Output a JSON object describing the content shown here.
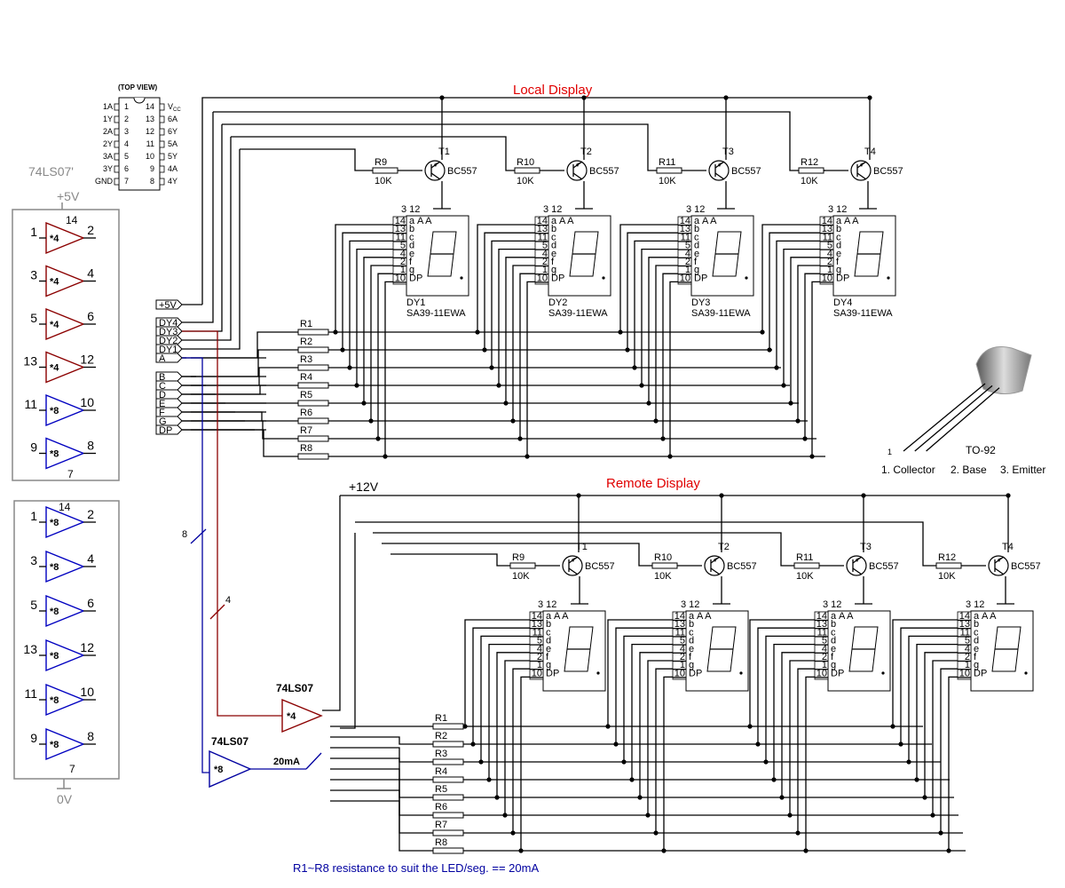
{
  "titles": {
    "local": "Local Display",
    "remote": "Remote Display"
  },
  "rails": {
    "plus5": "+5V",
    "plus5_in": "+5V",
    "plus12": "+12V",
    "zero": "0V"
  },
  "ic_pinout": {
    "header": "(TOP VIEW)",
    "left": [
      {
        "name": "1A",
        "num": "1"
      },
      {
        "name": "1Y",
        "num": "2"
      },
      {
        "name": "2A",
        "num": "3"
      },
      {
        "name": "2Y",
        "num": "4"
      },
      {
        "name": "3A",
        "num": "5"
      },
      {
        "name": "3Y",
        "num": "6"
      },
      {
        "name": "GND",
        "num": "7"
      }
    ],
    "right": [
      {
        "name": "V",
        "sub": "CC",
        "num": "14"
      },
      {
        "name": "6A",
        "num": "13"
      },
      {
        "name": "6Y",
        "num": "12"
      },
      {
        "name": "5A",
        "num": "11"
      },
      {
        "name": "5Y",
        "num": "10"
      },
      {
        "name": "4A",
        "num": "9"
      },
      {
        "name": "4Y",
        "num": "8"
      }
    ]
  },
  "chip_label": "74LS07'",
  "chip1": {
    "top_pin": "14",
    "bottom_pin": "7",
    "gates": [
      {
        "in": "1",
        "out": "2",
        "mark": "*4",
        "color": "#8b0000"
      },
      {
        "in": "3",
        "out": "4",
        "mark": "*4",
        "color": "#8b0000"
      },
      {
        "in": "5",
        "out": "6",
        "mark": "*4",
        "color": "#8b0000"
      },
      {
        "in": "13",
        "out": "12",
        "mark": "*4",
        "color": "#8b0000"
      },
      {
        "in": "11",
        "out": "10",
        "mark": "*8",
        "color": "#0000c0"
      },
      {
        "in": "9",
        "out": "8",
        "mark": "*8",
        "color": "#0000c0"
      }
    ]
  },
  "chip2": {
    "top_pin": "14",
    "bottom_pin": "7",
    "gates": [
      {
        "in": "1",
        "out": "2",
        "mark": "*8"
      },
      {
        "in": "3",
        "out": "4",
        "mark": "*8"
      },
      {
        "in": "5",
        "out": "6",
        "mark": "*8"
      },
      {
        "in": "13",
        "out": "12",
        "mark": "*8"
      },
      {
        "in": "11",
        "out": "10",
        "mark": "*8"
      },
      {
        "in": "9",
        "out": "8",
        "mark": "*8"
      }
    ]
  },
  "connector": {
    "power": "+5V",
    "digits": [
      "DY4",
      "DY3",
      "DY2",
      "DY1"
    ],
    "segments": [
      "A",
      "B",
      "C",
      "D",
      "E",
      "F",
      "G",
      "DP"
    ]
  },
  "resistors": [
    "R1",
    "R2",
    "R3",
    "R4",
    "R5",
    "R6",
    "R7",
    "R8"
  ],
  "base_resistors": [
    {
      "name": "R9",
      "value": "10K"
    },
    {
      "name": "R10",
      "value": "10K"
    },
    {
      "name": "R11",
      "value": "10K"
    },
    {
      "name": "R12",
      "value": "10K"
    }
  ],
  "transistors": [
    {
      "name": "T1",
      "type": "BC557"
    },
    {
      "name": "T2",
      "type": "BC557"
    },
    {
      "name": "T3",
      "type": "BC557"
    },
    {
      "name": "T4",
      "type": "BC557"
    }
  ],
  "displays": [
    {
      "name": "DY1",
      "part": "SA39-11EWA"
    },
    {
      "name": "DY2",
      "part": "SA39-11EWA"
    },
    {
      "name": "DY3",
      "part": "SA39-11EWA"
    },
    {
      "name": "DY4",
      "part": "SA39-11EWA"
    }
  ],
  "display_pins": {
    "common_pins": "3 12",
    "anodes": "A A",
    "pin_numbers": [
      "14",
      "13",
      "11",
      "5",
      "4",
      "2",
      "1",
      "10"
    ],
    "segment_letters": [
      "a",
      "b",
      "c",
      "d",
      "e",
      "f",
      "g",
      "DP"
    ]
  },
  "bus": {
    "blue_count": "8",
    "red_count": "4"
  },
  "drivers": {
    "red_chip": "74LS07",
    "red_mark": "*4",
    "blue_chip": "74LS07",
    "blue_mark": "*8",
    "current": "20mA"
  },
  "package": {
    "name": "TO-92",
    "pin_one": "1",
    "pins": [
      "1. Collector",
      "2. Base",
      "3. Emitter"
    ]
  },
  "note": "R1~R8 resistance to suit the LED/seg. == 20mA"
}
